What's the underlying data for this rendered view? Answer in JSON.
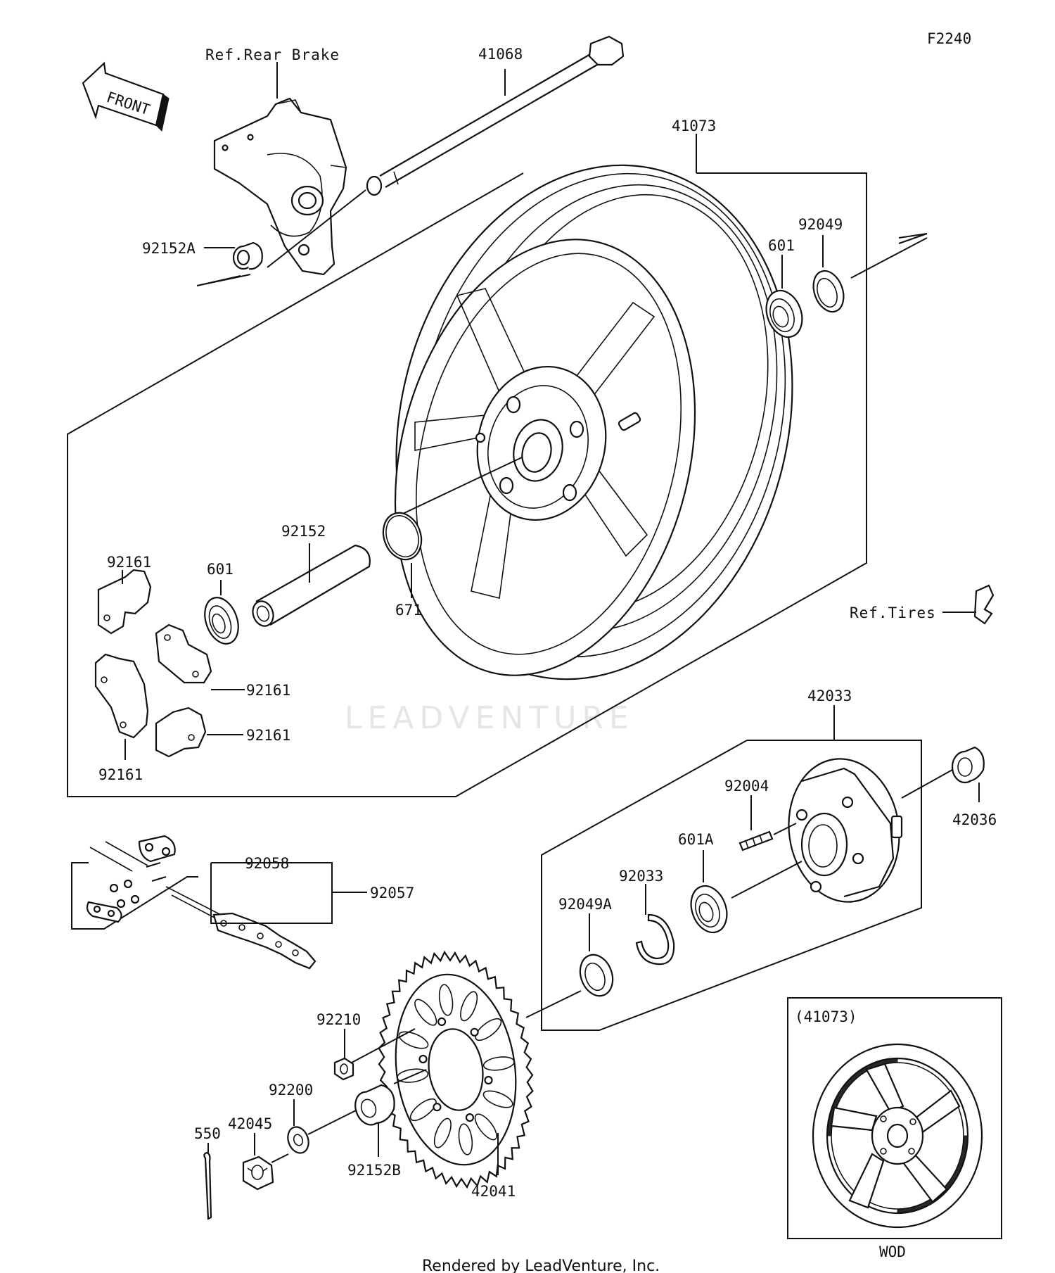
{
  "diagram_code": "F2240",
  "front_label": "FRONT",
  "watermark": "LEADVENTURE",
  "footer": "Rendered by LeadVenture, Inc.",
  "inset": {
    "title": "(41073)",
    "caption": "WOD"
  },
  "refs": {
    "rear_brake": "Ref.Rear Brake",
    "tires": "Ref.Tires"
  },
  "parts": {
    "axle": "41068",
    "wheel_assy": "41073",
    "collar_a": "92152A",
    "bearing_right": "601",
    "seal_right": "92049",
    "collar": "92152",
    "oring": "671",
    "bearing_left": "601",
    "damper_1": "92161",
    "damper_2": "92161",
    "damper_3": "92161",
    "damper_4": "92161",
    "coupling": "42033",
    "collar_coupling": "42036",
    "stud": "92004",
    "bearing_a": "601A",
    "circlip": "92033",
    "seal_a": "92049A",
    "chain_link": "92058",
    "chain": "92057",
    "nut_sprocket": "92210",
    "washer": "92200",
    "axle_nut": "42045",
    "cotter_pin": "550",
    "collar_b": "92152B",
    "sprocket": "42041"
  }
}
